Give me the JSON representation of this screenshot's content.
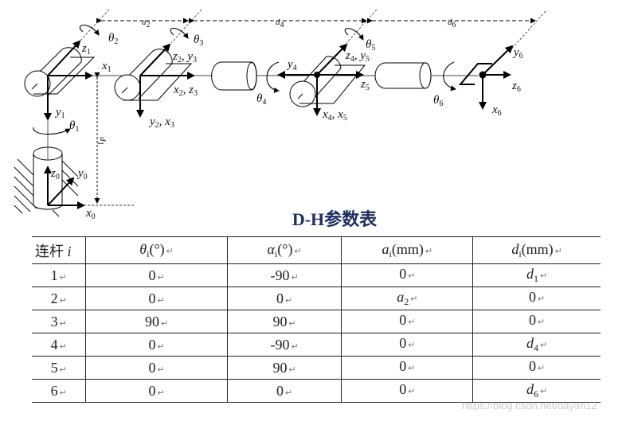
{
  "diagram": {
    "dimensions": {
      "a2": "a",
      "a2_sub": "2",
      "d4": "d",
      "d4_sub": "4",
      "d6": "d",
      "d6_sub": "6",
      "d1": "d",
      "d1_sub": "1"
    },
    "angles": {
      "theta1": "θ",
      "theta1_sub": "1",
      "theta2": "θ",
      "theta2_sub": "2",
      "theta3": "θ",
      "theta3_sub": "3",
      "theta4": "θ",
      "theta4_sub": "4",
      "theta5": "θ",
      "theta5_sub": "5",
      "theta6": "θ",
      "theta6_sub": "6"
    },
    "axes": {
      "x0": "x",
      "x0_sub": "0",
      "y0": "y",
      "y0_sub": "0",
      "z0": "z",
      "z0_sub": "0",
      "x1": "x",
      "x1_sub": "1",
      "y1": "y",
      "y1_sub": "1",
      "z1": "z",
      "z1_sub": "1",
      "z2y3": "z",
      "z2y3_sub": "2",
      "z2y3_b": ", y",
      "z2y3_bsub": "3",
      "x2z3": "x",
      "x2z3_sub": "2",
      "x2z3_b": ", z",
      "x2z3_bsub": "3",
      "y2x3": "y",
      "y2x3_sub": "2",
      "y2x3_b": ", x",
      "y2x3_bsub": "3",
      "y4": "y",
      "y4_sub": "4",
      "z4y5": "z",
      "z4y5_sub": "4",
      "z4y5_b": ", y",
      "z4y5_bsub": "5",
      "z5": "z",
      "z5_sub": "5",
      "x4x5": "x",
      "x4x5_sub": "4",
      "x4x5_b": ", x",
      "x4x5_bsub": "5",
      "y6": "y",
      "y6_sub": "6",
      "z6": "z",
      "z6_sub": "6",
      "x6": "x",
      "x6_sub": "6"
    }
  },
  "table": {
    "title": "D-H参数表",
    "headers": [
      {
        "main": "连杆 ",
        "sym": "i",
        "unit": ""
      },
      {
        "main": "",
        "sym": "θ",
        "sub": "i",
        "unit": "(°)"
      },
      {
        "main": "",
        "sym": "α",
        "sub": "i",
        "unit": "(°)"
      },
      {
        "main": "",
        "sym": "a",
        "sub": "i",
        "unit": "(mm)"
      },
      {
        "main": "",
        "sym": "d",
        "sub": "i",
        "unit": "(mm)"
      }
    ],
    "rows": [
      {
        "link": "1",
        "theta": "0",
        "alpha": "-90",
        "a": "0",
        "a_sub": "",
        "d": "d",
        "d_sub": "1"
      },
      {
        "link": "2",
        "theta": "0",
        "alpha": "0",
        "a": "a",
        "a_sub": "2",
        "d": "0",
        "d_sub": ""
      },
      {
        "link": "3",
        "theta": "90",
        "alpha": "90",
        "a": "0",
        "a_sub": "",
        "d": "0",
        "d_sub": ""
      },
      {
        "link": "4",
        "theta": "0",
        "alpha": "-90",
        "a": "0",
        "a_sub": "",
        "d": "d",
        "d_sub": "4"
      },
      {
        "link": "5",
        "theta": "0",
        "alpha": "90",
        "a": "0",
        "a_sub": "",
        "d": "0",
        "d_sub": ""
      },
      {
        "link": "6",
        "theta": "0",
        "alpha": "0",
        "a": "0",
        "a_sub": "",
        "d": "d",
        "d_sub": "6"
      }
    ],
    "paragraph_mark": "↵"
  },
  "watermark": "https://blog.csdn.net/dayan12",
  "colors": {
    "title": "#1f2f5f",
    "line": "#222222",
    "watermark": "#a0a0a0"
  }
}
